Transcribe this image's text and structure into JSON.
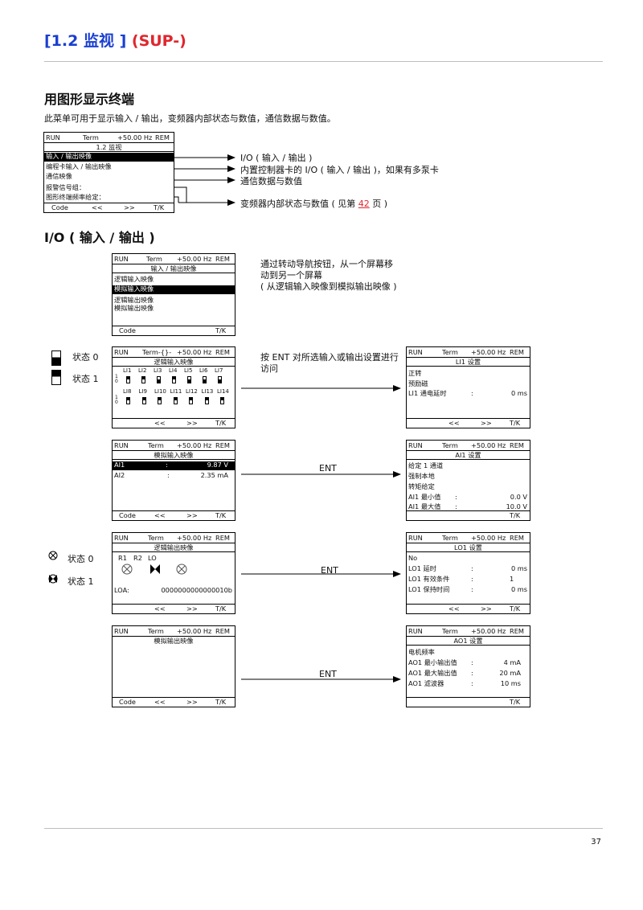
{
  "header": {
    "title_part1": "[1.2 监视 ]",
    "title_part2": "(SUP-)"
  },
  "section1": {
    "heading": "用图形显示终端",
    "intro": "此菜单可用于显示输入 / 输出，变频器内部状态与数值，通信数据与数值。",
    "screen": {
      "status": [
        "RUN",
        "Term",
        "+50.00 Hz",
        "REM"
      ],
      "title": "1.2 监视",
      "items": [
        "输入 / 输出映像",
        "编程卡输入 / 输出映像",
        "通信映像",
        "报警信号组：",
        "图形终端频率给定："
      ],
      "footer": [
        "Code",
        "<<",
        ">>",
        "T/K"
      ]
    },
    "callouts": [
      "I/O ( 输入 / 输出 )",
      "内置控制器卡的 I/O ( 输入 / 输出 )，如果有多泵卡",
      "通信数据与数值",
      "变频器内部状态与数值 ( 见第",
      "42",
      "页 )"
    ]
  },
  "section2": {
    "heading": "I/O ( 输入 / 输出 )",
    "nav_note": [
      "通过转动导航按钮，从一个屏幕移",
      "动到另一个屏幕",
      "( 从逻辑输入映像到模拟输出映像 )"
    ],
    "ent_note": [
      "按 ENT 对所选输入或输出设置进行",
      "访问"
    ],
    "ent_label": "ENT",
    "legend_li": {
      "state0": "状态 0",
      "state1": "状态 1"
    },
    "legend_lo": {
      "state0": "状态 0",
      "state1": "状态 1"
    },
    "io_menu": {
      "status": [
        "RUN",
        "Term",
        "+50.00 Hz",
        "REM"
      ],
      "title": "输入 / 输出映像",
      "items": [
        "逻辑输入映像",
        "模拟输入映像",
        "逻辑输出映像",
        "模拟输出映像"
      ],
      "footer": [
        "Code",
        "T/K"
      ]
    },
    "li_map": {
      "status": [
        "RUN",
        "Term-{}-",
        "+50.00 Hz",
        "REM"
      ],
      "title": "逻辑输入映像",
      "row1": [
        "LI1",
        "LI2",
        "LI3",
        "LI4",
        "LI5",
        "LI6",
        "LI7"
      ],
      "row1_states": [
        1,
        1,
        0,
        1,
        0,
        0,
        0
      ],
      "row2": [
        "LI8",
        "LI9",
        "LI10",
        "LI11",
        "LI12",
        "LI13",
        "LI14"
      ],
      "row2_states": [
        1,
        1,
        1,
        1,
        1,
        1,
        1
      ],
      "axis": [
        "1",
        "0"
      ],
      "footer": [
        "<<",
        ">>",
        "T/K"
      ]
    },
    "li1_set": {
      "status": [
        "RUN",
        "Term",
        "+50.00 Hz",
        "REM"
      ],
      "title": "LI1 设置",
      "items": [
        "正转",
        "预励磁"
      ],
      "param": {
        "name": "LI1 通电延时",
        "sep": ":",
        "value": "0 ms"
      },
      "footer": [
        "<<",
        ">>",
        "T/K"
      ]
    },
    "ai_map": {
      "status": [
        "RUN",
        "Term",
        "+50.00 Hz",
        "REM"
      ],
      "title": "模拟输入映像",
      "rows": [
        {
          "name": "AI1",
          "sep": ":",
          "value": "9.87 V"
        },
        {
          "name": "AI2",
          "sep": ":",
          "value": "2.35 mA"
        }
      ],
      "footer": [
        "Code",
        "<<",
        ">>",
        "T/K"
      ]
    },
    "ai1_set": {
      "status": [
        "RUN",
        "Term",
        "+50.00 Hz",
        "REM"
      ],
      "title": "AI1 设置",
      "items": [
        "给定 1 通道",
        "强制本地",
        "转矩给定"
      ],
      "params": [
        {
          "name": "AI1 最小值",
          "sep": ":",
          "value": "0.0 V"
        },
        {
          "name": "AI1 最大值",
          "sep": ":",
          "value": "10.0 V"
        }
      ],
      "footer": [
        "T/K"
      ]
    },
    "lo_map": {
      "status": [
        "RUN",
        "Term",
        "+50.00 Hz",
        "REM"
      ],
      "title": "逻辑输出映像",
      "labels": [
        "R1",
        "R2",
        "LO"
      ],
      "loa_label": "LOA:",
      "loa_value": "0000000000000010b",
      "footer": [
        "<<",
        ">>",
        "T/K"
      ]
    },
    "lo1_set": {
      "status": [
        "RUN",
        "Term",
        "+50.00 Hz",
        "REM"
      ],
      "title": "LO1 设置",
      "items": [
        "No"
      ],
      "params": [
        {
          "name": "LO1 延时",
          "sep": ":",
          "value": "0 ms"
        },
        {
          "name": "LO1 有效条件",
          "sep": ":",
          "value": "1"
        },
        {
          "name": "LO1 保持时间",
          "sep": ":",
          "value": "0 ms"
        }
      ],
      "footer": [
        "<<",
        ">>",
        "T/K"
      ]
    },
    "ao_map": {
      "status": [
        "RUN",
        "Term",
        "+50.00 Hz",
        "REM"
      ],
      "title": "模拟输出映像",
      "footer": [
        "Code",
        "<<",
        ">>",
        "T/K"
      ]
    },
    "ao1_set": {
      "status": [
        "RUN",
        "Term",
        "+50.00 Hz",
        "REM"
      ],
      "title": "AO1 设置",
      "items": [
        "电机频率"
      ],
      "params": [
        {
          "name": "AO1 最小输出值",
          "sep": ":",
          "value": "4 mA"
        },
        {
          "name": "AO1 最大输出值",
          "sep": ":",
          "value": "20 mA"
        },
        {
          "name": "AO1 滤波器",
          "sep": ":",
          "value": "10 ms"
        }
      ],
      "footer": [
        "T/K"
      ]
    }
  },
  "footer": {
    "page_number": "37"
  }
}
